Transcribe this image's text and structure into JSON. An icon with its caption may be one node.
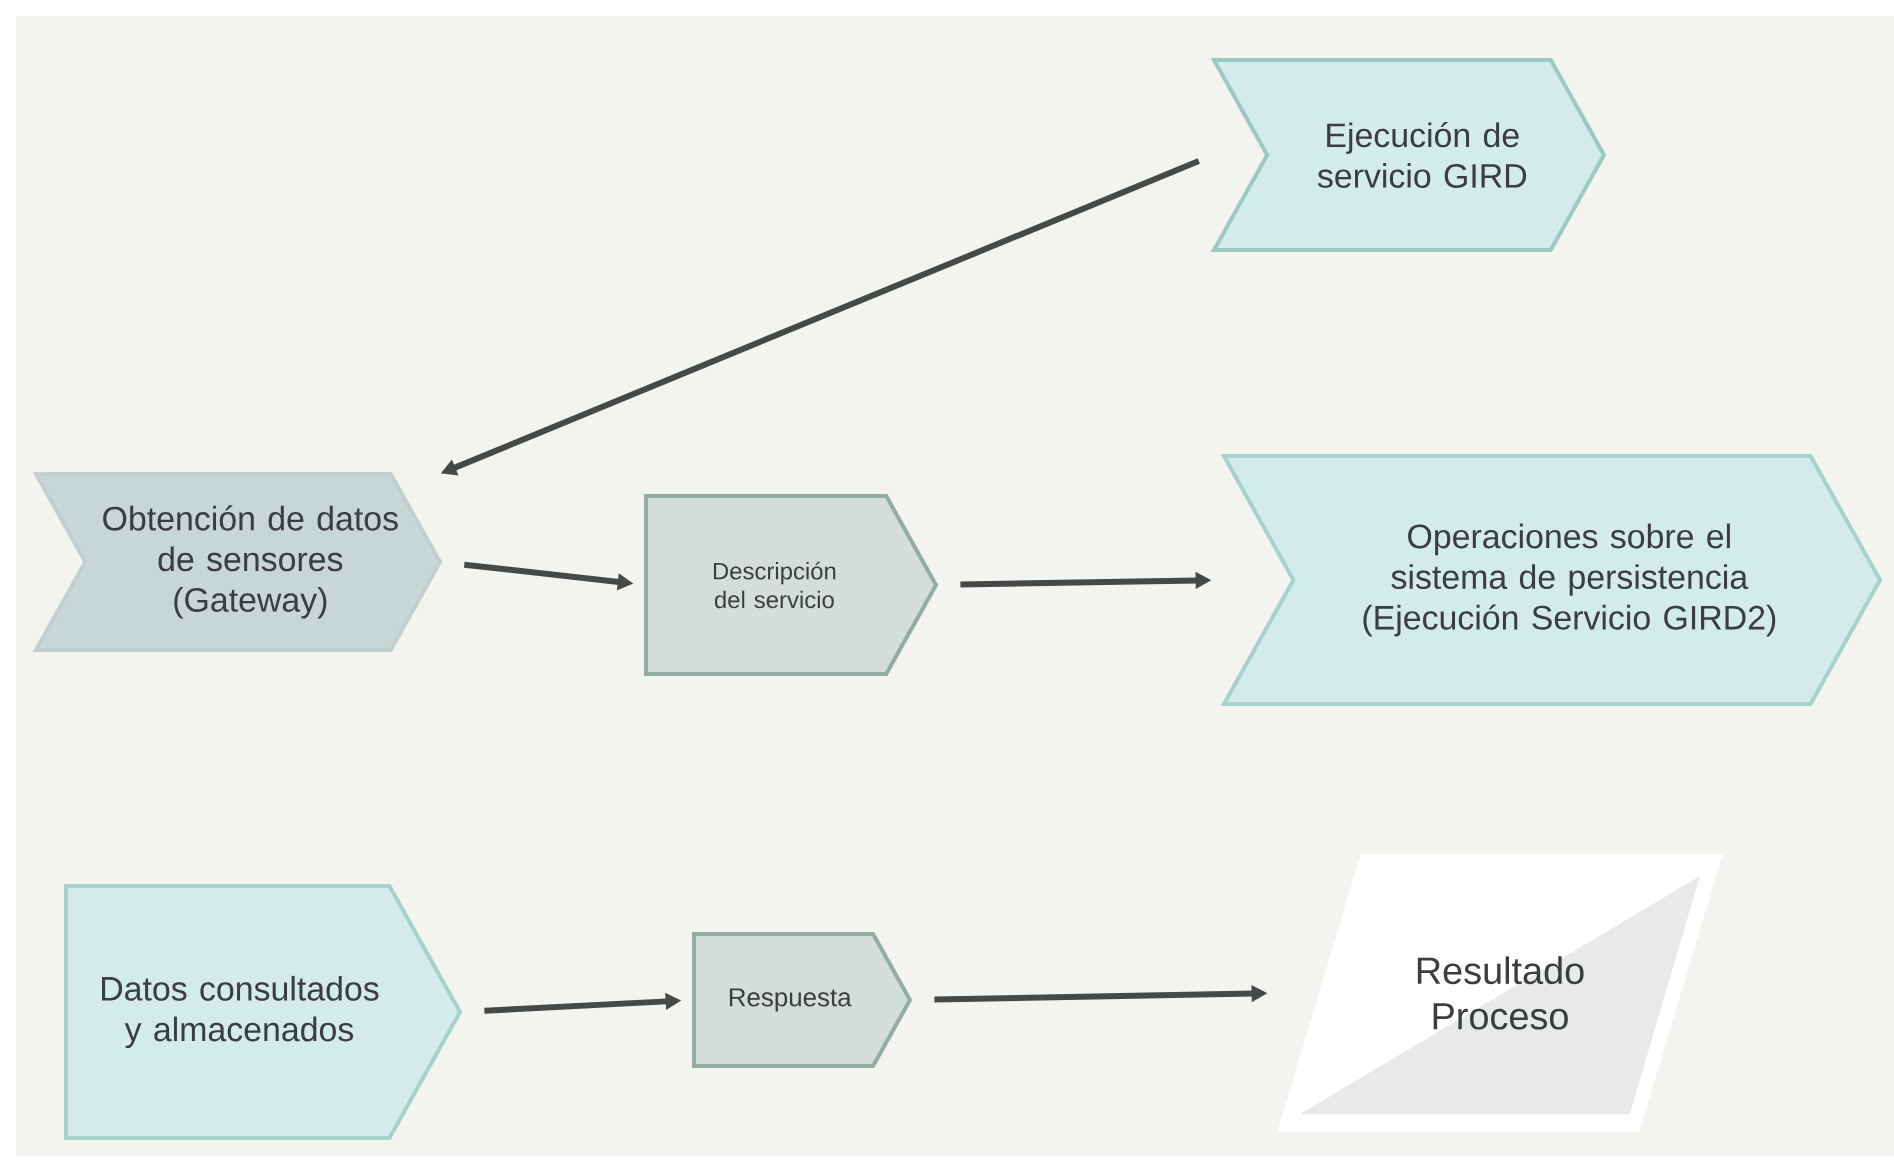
{
  "diagram": {
    "nodes": [
      {
        "text": [
          "Ejecución de servicio GIRD"
        ]
      },
      {
        "text": [
          "Obtención de datos de sensores (Gateway)"
        ]
      },
      {
        "text": [
          "Descripción del servicio"
        ]
      },
      {
        "text": [
          "Operaciones sobre el sistema de persistencia (Ejecución Servicio GIRD2)"
        ]
      },
      {
        "text": [
          "Datos consultados y almacenados"
        ]
      },
      {
        "text": [
          "Respuesta"
        ]
      },
      {
        "text": [
          "Resultado Proceso"
        ]
      }
    ],
    "edges": [
      {
        "from": 0,
        "to": 1,
        "arrow": "to"
      },
      {
        "from": 1,
        "to": 2,
        "arrow": "to"
      },
      {
        "from": 2,
        "to": 3,
        "arrow": "to"
      },
      {
        "from": 4,
        "to": 5,
        "arrow": "to"
      },
      {
        "from": 5,
        "to": 6,
        "arrow": "to"
      }
    ]
  }
}
